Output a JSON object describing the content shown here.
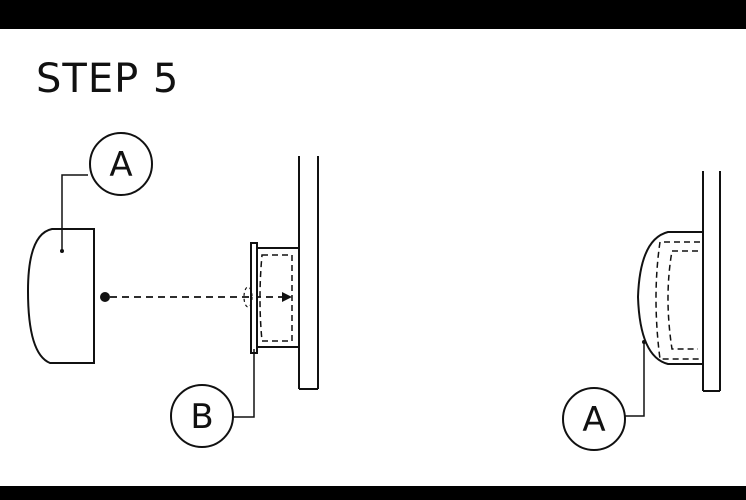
{
  "step_title": "STEP 5",
  "callouts": {
    "a_left": "A",
    "b": "B",
    "a_right": "A"
  }
}
